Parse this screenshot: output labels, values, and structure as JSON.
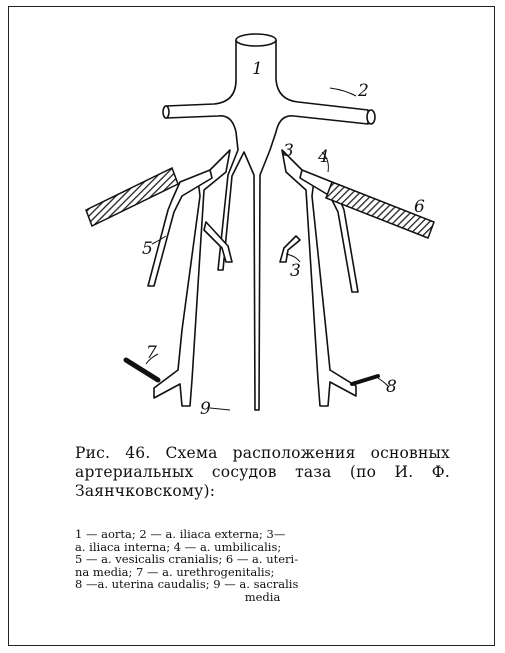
{
  "labels": [
    "1",
    "2",
    "3",
    "4",
    "5",
    "6",
    "3",
    "7",
    "9",
    "8"
  ],
  "caption": {
    "title": "Рис. 46. Схема расположения основных артериальных сосудов таза (по И. Ф. Заянчковскому):",
    "legend_lines": [
      "1 — aorta; 2 — a. iliaca externa; 3—",
      "a. iliaca interna; 4 — a. umbilicalis;",
      "5 — a. vesicalis cranialis; 6 — a. uteri-",
      "na media; 7 — a. urethrogenitalis;",
      "8 —a. uterina caudalis; 9 — a. sacralis",
      "media"
    ]
  },
  "colors": {
    "ink": "#111111",
    "hatch": "#333333",
    "paper": "#ffffff"
  }
}
